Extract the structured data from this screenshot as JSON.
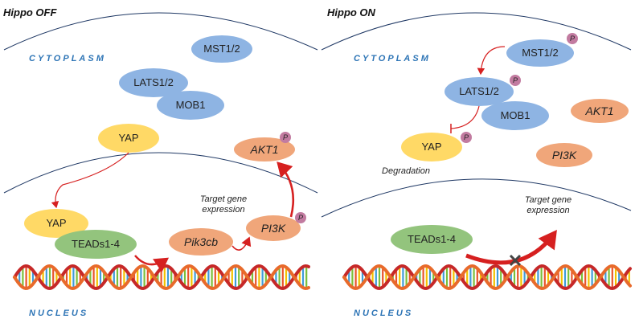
{
  "panels": {
    "left_title": "Hippo OFF",
    "right_title": "Hippo ON"
  },
  "regions": {
    "cytoplasm": "CYTOPLASM",
    "nucleus": "NUCLEUS"
  },
  "nodes": {
    "mst": "MST1/2",
    "lats": "LATS1/2",
    "mob": "MOB1",
    "yap": "YAP",
    "teads": "TEADs1-4",
    "akt": "AKT1",
    "pi3k": "PI3K",
    "pik3cb": "Pik3cb"
  },
  "phospho_label": "P",
  "notes": {
    "target_line1": "Target gene",
    "target_line2": "expression",
    "degradation": "Degradation"
  },
  "colors": {
    "blue_node": "#8eb4e3",
    "yellow_node": "#ffd966",
    "green_node": "#93c47d",
    "orange_node": "#f0a67a",
    "phospho": "#c27ba0",
    "arrow_red": "#d62020",
    "membrane": "#1f3864",
    "region_text": "#2e75b6"
  }
}
